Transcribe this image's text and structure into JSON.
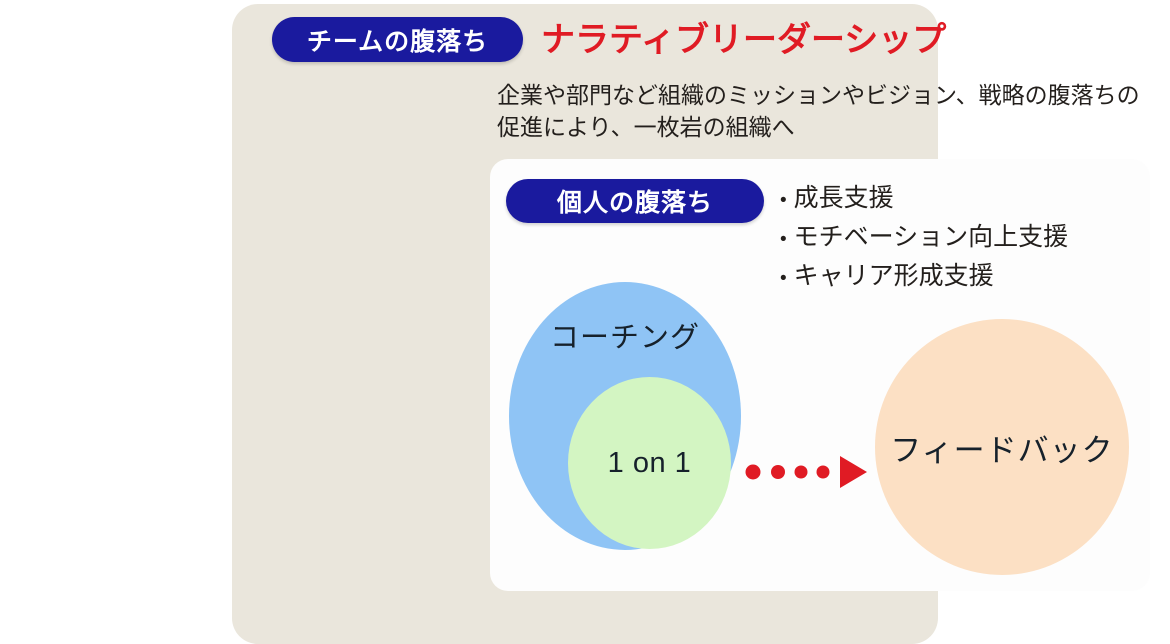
{
  "panel": {
    "background_color": "#eae6dc",
    "card_background_color": "#fdfdfd"
  },
  "header": {
    "team_badge_label": "チームの腹落ち",
    "title": "ナラティブリーダーシップ",
    "title_color": "#e01b24",
    "badge_color": "#1a1a9e",
    "description": "企業や部門など組織のミッションやビジョン、戦略の腹落ちの促進により、一枚岩の組織へ"
  },
  "card": {
    "individual_badge_label": "個人の腹落ち",
    "bullets": [
      {
        "marker": "•",
        "label": "成長支援"
      },
      {
        "marker": "•",
        "label": "モチベーション向上支援"
      },
      {
        "marker": "•",
        "label": "キャリア形成支援"
      }
    ],
    "diagram": {
      "outer_circle_label": "コーチング",
      "outer_circle_color": "#8fc4f5",
      "inner_circle_label": "1 on 1",
      "inner_circle_color": "#d3f5c2",
      "target_circle_label": "フィードバック",
      "target_circle_color": "#fce0c4",
      "arrow_color": "#e01b24",
      "arrow_dot_count": 4
    }
  }
}
